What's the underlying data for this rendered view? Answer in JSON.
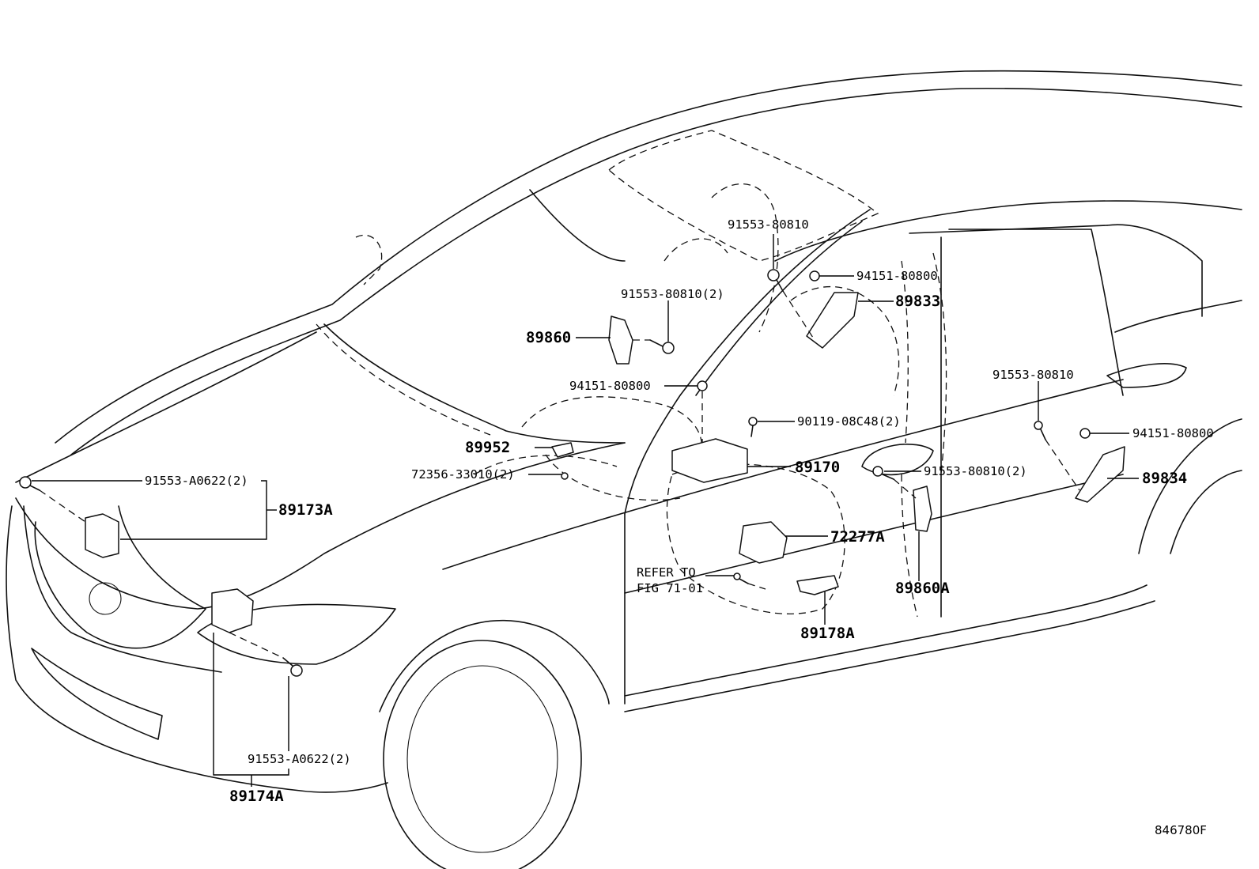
{
  "callouts": {
    "p89173A": "89173A",
    "p89174A": "89174A",
    "p89860": "89860",
    "p89860A": "89860A",
    "p89952": "89952",
    "p89170": "89170",
    "p72277A": "72277A",
    "p89178A": "89178A",
    "p89833": "89833",
    "p89834": "89834",
    "bolt_91553_A0622_top": "91553-A0622(2)",
    "bolt_91553_A0622_bottom": "91553-A0622(2)",
    "bolt_91553_80810_roof": "91553-80810",
    "bolt_91553_80810_2_left": "91553-80810(2)",
    "bolt_91553_80810_rear": "91553-80810",
    "bolt_91553_80810_2_door": "91553-80810(2)",
    "nut_94151_80800_top": "94151-80800",
    "nut_94151_80800_mid": "94151-80800",
    "nut_94151_80800_rear": "94151-80800",
    "bolt_90119_08C48": "90119-08C48(2)",
    "clip_72356_33010": "72356-33010(2)",
    "refer_line1": "REFER TO",
    "refer_line2": "FIG 71-01"
  },
  "figure_code": "846780F"
}
